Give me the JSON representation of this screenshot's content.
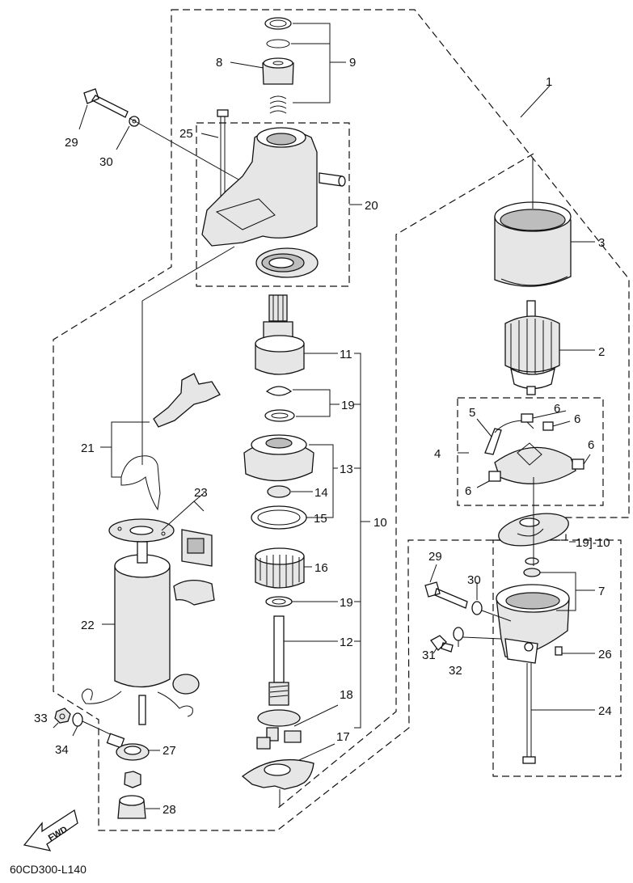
{
  "diagram_code": "60CD300-L140",
  "fwd_label": "FWD",
  "callouts": {
    "c1": "1",
    "c2": "2",
    "c3": "3",
    "c4": "4",
    "c5": "5",
    "c6a": "6",
    "c6b": "6",
    "c6c": "6",
    "c6d": "6",
    "c7": "7",
    "c8": "8",
    "c9": "9",
    "c10": "10",
    "c10b": "19]-10",
    "c11": "11",
    "c12": "12",
    "c13": "13",
    "c14": "14",
    "c15": "15",
    "c16": "16",
    "c17": "17",
    "c18": "18",
    "c19a": "19",
    "c19b": "19",
    "c20": "20",
    "c21": "21",
    "c22": "22",
    "c23": "23",
    "c24": "24",
    "c25": "25",
    "c26": "26",
    "c27": "27",
    "c28": "28",
    "c29a": "29",
    "c29b": "29",
    "c30a": "30",
    "c30b": "30",
    "c31": "31",
    "c32": "32",
    "c33": "33",
    "c34": "34"
  }
}
